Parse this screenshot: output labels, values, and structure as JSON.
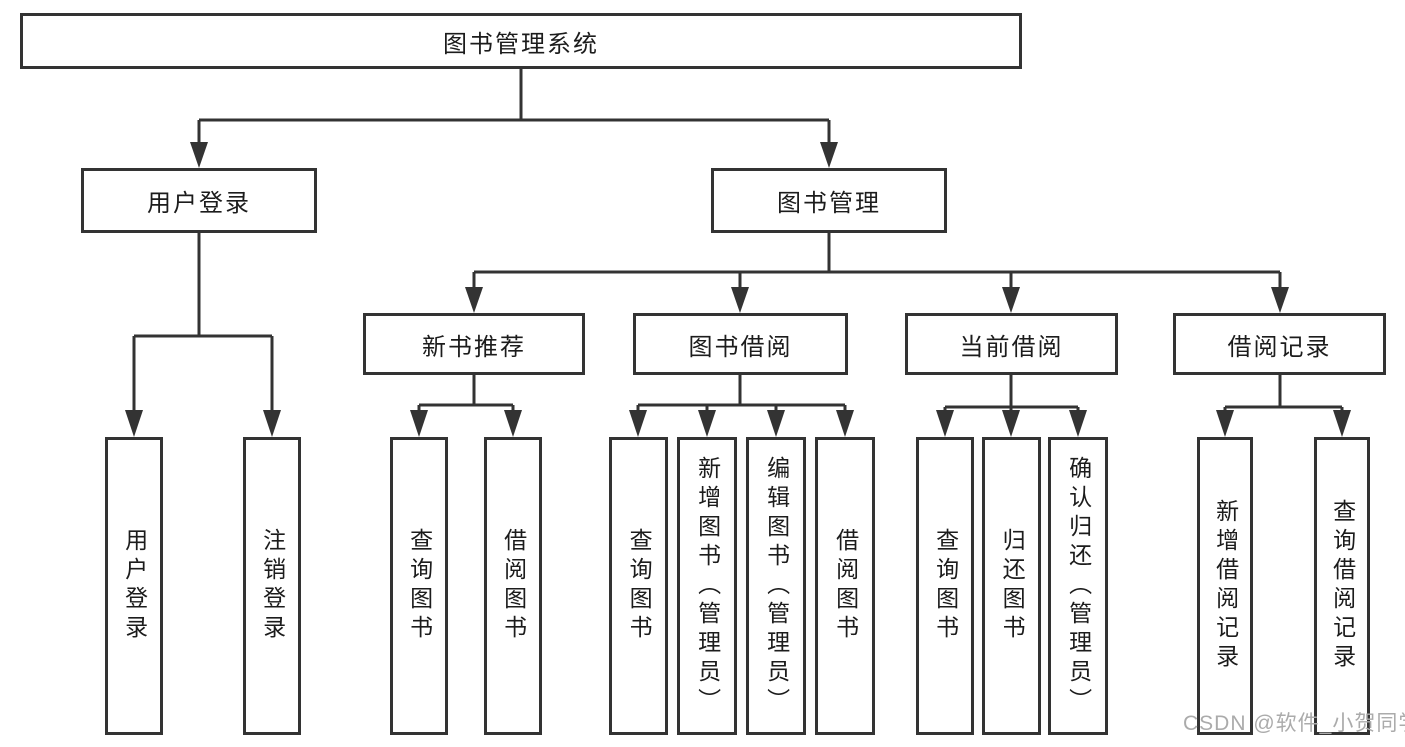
{
  "tree": {
    "root": {
      "label": "图书管理系统"
    },
    "children": [
      {
        "label": "用户登录",
        "children": [
          {
            "label": "用户登录"
          },
          {
            "label": "注销登录"
          }
        ]
      },
      {
        "label": "图书管理",
        "children": [
          {
            "label": "新书推荐",
            "children": [
              {
                "label": "查询图书"
              },
              {
                "label": "借阅图书"
              }
            ]
          },
          {
            "label": "图书借阅",
            "children": [
              {
                "label": "查询图书"
              },
              {
                "label": "新增图书（管理员）"
              },
              {
                "label": "编辑图书（管理员）"
              },
              {
                "label": "借阅图书"
              }
            ]
          },
          {
            "label": "当前借阅",
            "children": [
              {
                "label": "查询图书"
              },
              {
                "label": "归还图书"
              },
              {
                "label": "确认归还（管理员）"
              }
            ]
          },
          {
            "label": "借阅记录",
            "children": [
              {
                "label": "新增借阅记录"
              },
              {
                "label": "查询借阅记录"
              }
            ]
          }
        ]
      }
    ]
  },
  "watermark": "CSDN @软件_小贺同学",
  "colors": {
    "line": "#333333",
    "text": "#1c1c1c",
    "watermark": "#ababab",
    "background": "#ffffff"
  }
}
